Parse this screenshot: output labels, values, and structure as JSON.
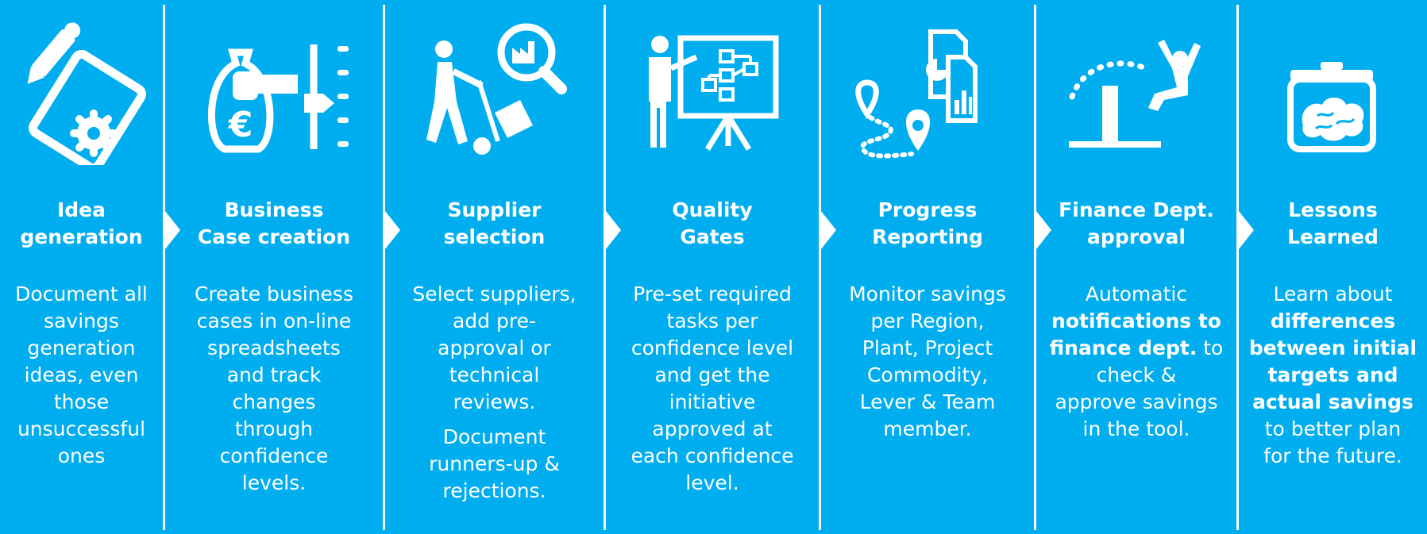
{
  "steps": [
    {
      "icon": "clipboard-pencil-gear-icon",
      "title": [
        "Idea",
        "generation"
      ],
      "desc": [
        [
          "Document all"
        ],
        [
          "savings"
        ],
        [
          "generation"
        ],
        [
          "ideas, even"
        ],
        [
          "those"
        ],
        [
          "unsuccessful"
        ],
        [
          "ones"
        ]
      ]
    },
    {
      "icon": "money-bag-euro-slider-icon",
      "title": [
        "Business",
        "Case creation"
      ],
      "desc": [
        [
          "Create business"
        ],
        [
          "cases in on-line"
        ],
        [
          "spreadsheets"
        ],
        [
          "and track"
        ],
        [
          "changes"
        ],
        [
          "through"
        ],
        [
          "confidence"
        ],
        [
          "levels."
        ]
      ]
    },
    {
      "icon": "worker-hand-truck-factory-search-icon",
      "title": [
        "Supplier",
        "selection"
      ],
      "desc": [
        [
          "Select suppliers,"
        ],
        [
          "add pre-"
        ],
        [
          "approval or"
        ],
        [
          "technical"
        ],
        [
          "reviews."
        ]
      ],
      "desc2": [
        [
          "Document"
        ],
        [
          "runners-up &"
        ],
        [
          "rejections."
        ]
      ]
    },
    {
      "icon": "presenter-flowchart-board-icon",
      "title": [
        "Quality",
        "Gates"
      ],
      "desc": [
        [
          "Pre-set required"
        ],
        [
          "tasks per"
        ],
        [
          "confidence level"
        ],
        [
          "and get the"
        ],
        [
          "initiative"
        ],
        [
          "approved at"
        ],
        [
          "each confidence"
        ],
        [
          "level."
        ]
      ]
    },
    {
      "icon": "route-pins-reports-icon",
      "title": [
        "Progress",
        "Reporting"
      ],
      "desc": [
        [
          "Monitor savings"
        ],
        [
          "per Region,"
        ],
        [
          "Plant, Project"
        ],
        [
          "Commodity,"
        ],
        [
          "Lever & Team"
        ],
        [
          "member."
        ]
      ]
    },
    {
      "icon": "person-jumping-hurdle-icon",
      "title": [
        "Finance Dept.",
        "approval"
      ],
      "desc": [
        [
          "Automatic"
        ],
        [
          "notifications to",
          ""
        ],
        [
          "finance dept.",
          " to"
        ],
        [
          "check &"
        ],
        [
          "approve savings"
        ],
        [
          "in the tool."
        ]
      ]
    },
    {
      "icon": "brain-jar-icon",
      "title": [
        "Lessons",
        "Learned"
      ],
      "desc": [
        [
          "Learn about"
        ],
        [
          "differences",
          ""
        ],
        [
          "between initial",
          ""
        ],
        [
          "targets and",
          ""
        ],
        [
          "actual savings",
          ""
        ],
        [
          "to better plan"
        ],
        [
          "for the future."
        ]
      ]
    }
  ]
}
